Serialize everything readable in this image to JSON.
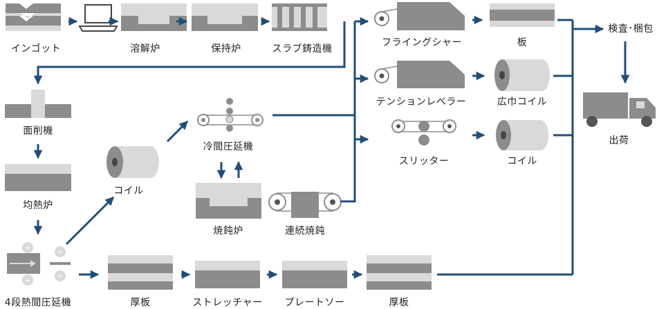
{
  "colors": {
    "flow": "#1f4e79",
    "dark_gray": "#8c8c8c",
    "light_gray": "#d9d9d9",
    "roll_edge": "#555555"
  },
  "labels": {
    "ingot": "インゴット",
    "melting_furnace": "溶解炉",
    "holding_furnace": "保持炉",
    "slab_casting": "スラブ鋳造機",
    "scalping": "面削機",
    "soaking_pit": "均熱炉",
    "hot_rolling_4stage": "4段熱間圧延機",
    "coil_hot": "コイル",
    "cold_rolling": "冷間圧延機",
    "annealing_furnace": "焼鈍炉",
    "continuous_annealing": "連続焼鈍",
    "flying_shear": "フライングシャー",
    "plate": "板",
    "tension_leveler": "テンションレベラー",
    "wide_coil": "広巾コイル",
    "slitter": "スリッター",
    "coil_slit": "コイル",
    "inspection_packing": "検査･梱包",
    "shipping": "出荷",
    "thick_plate_1": "厚板",
    "stretcher": "ストレッチャー",
    "plate_saw": "プレートソー",
    "thick_plate_2": "厚板"
  }
}
